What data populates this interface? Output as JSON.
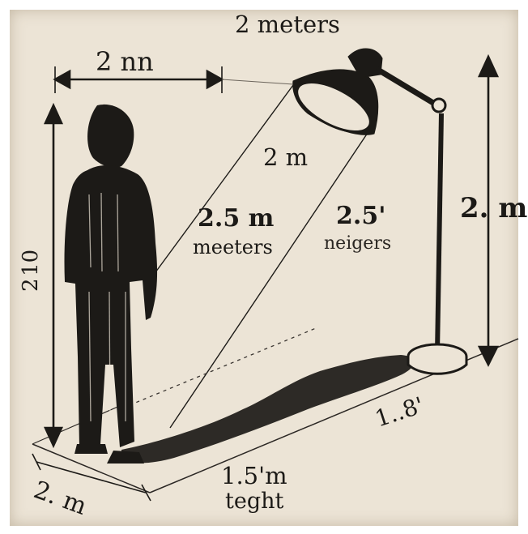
{
  "labels": {
    "top": "2 meters",
    "width_arrow": "2 nn",
    "beam_upper": "2 m",
    "beam_left_value": "2.5 m",
    "beam_left_unit": "meeters",
    "beam_right_value": "2.5'",
    "beam_right_unit": "neigers",
    "lamp_height": "2. m",
    "person_height": "2 10",
    "shadow_length": "1..8'",
    "ground_left": "2. m",
    "bottom_value": "1.5'm",
    "bottom_unit": "teght"
  },
  "colors": {
    "paper": "#ece4d6",
    "ink": "#1c1a17"
  }
}
